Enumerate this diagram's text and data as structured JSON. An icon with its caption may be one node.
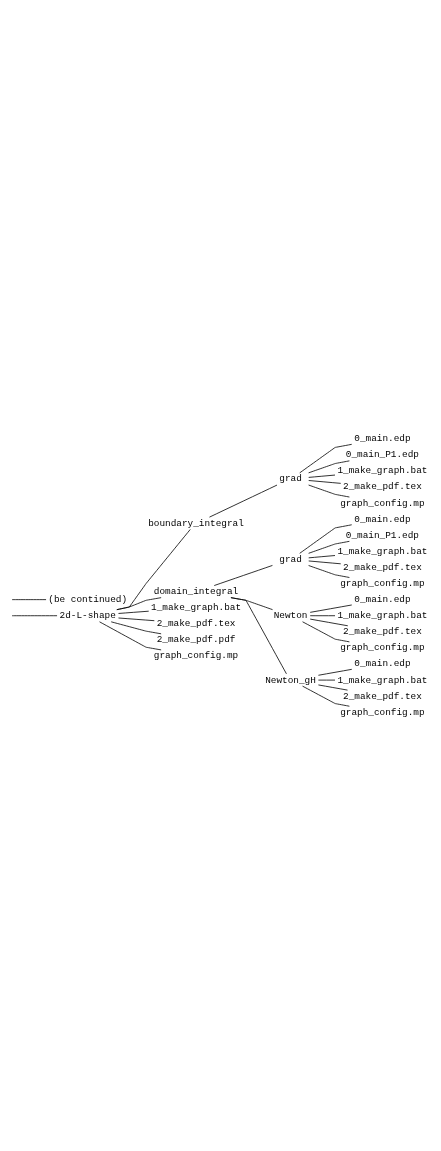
{
  "diagram": {
    "nodes": [
      {
        "text": [
          "2d-L-shape"
        ]
      },
      {
        "text": [
          "boundary_integral"
        ]
      },
      {
        "text": [
          "grad"
        ]
      },
      {
        "text": [
          "0_main.edp"
        ]
      },
      {
        "text": [
          "0_main_P1.edp"
        ]
      },
      {
        "text": [
          "1_make_graph.bat"
        ]
      },
      {
        "text": [
          "2_make_pdf.tex"
        ]
      },
      {
        "text": [
          "graph_config.mp"
        ]
      },
      {
        "text": [
          "domain_integral"
        ]
      },
      {
        "text": [
          "grad"
        ]
      },
      {
        "text": [
          "0_main.edp"
        ]
      },
      {
        "text": [
          "0_main_P1.edp"
        ]
      },
      {
        "text": [
          "1_make_graph.bat"
        ]
      },
      {
        "text": [
          "2_make_pdf.tex"
        ]
      },
      {
        "text": [
          "graph_config.mp"
        ]
      },
      {
        "text": [
          "Newton"
        ]
      },
      {
        "text": [
          "0_main.edp"
        ]
      },
      {
        "text": [
          "1_make_graph.bat"
        ]
      },
      {
        "text": [
          "2_make_pdf.tex"
        ]
      },
      {
        "text": [
          "graph_config.mp"
        ]
      },
      {
        "text": [
          "Newton_gH"
        ]
      },
      {
        "text": [
          "0_main.edp"
        ]
      },
      {
        "text": [
          "1_make_graph.bat"
        ]
      },
      {
        "text": [
          "2_make_pdf.tex"
        ]
      },
      {
        "text": [
          "graph_config.mp"
        ]
      },
      {
        "text": [
          "1_make_graph.bat"
        ]
      },
      {
        "text": [
          "2_make_pdf.tex"
        ]
      },
      {
        "text": [
          "2_make_pdf.pdf"
        ]
      },
      {
        "text": [
          "graph_config.mp"
        ]
      },
      {
        "text": [
          "(be continued)"
        ]
      }
    ],
    "edges": [
      {
        "from": null,
        "to": 0,
        "arrow": "none"
      },
      {
        "from": 0,
        "to": 1,
        "arrow": "none"
      },
      {
        "from": 1,
        "to": 2,
        "arrow": "none"
      },
      {
        "from": 2,
        "to": 3,
        "arrow": "none"
      },
      {
        "from": 2,
        "to": 4,
        "arrow": "none"
      },
      {
        "from": 2,
        "to": 5,
        "arrow": "none"
      },
      {
        "from": 2,
        "to": 6,
        "arrow": "none"
      },
      {
        "from": 2,
        "to": 7,
        "arrow": "none"
      },
      {
        "from": 0,
        "to": 8,
        "arrow": "none"
      },
      {
        "from": 8,
        "to": 9,
        "arrow": "none"
      },
      {
        "from": 9,
        "to": 10,
        "arrow": "none"
      },
      {
        "from": 9,
        "to": 11,
        "arrow": "none"
      },
      {
        "from": 9,
        "to": 12,
        "arrow": "none"
      },
      {
        "from": 9,
        "to": 13,
        "arrow": "none"
      },
      {
        "from": 9,
        "to": 14,
        "arrow": "none"
      },
      {
        "from": 8,
        "to": 15,
        "arrow": "none"
      },
      {
        "from": 15,
        "to": 16,
        "arrow": "none"
      },
      {
        "from": 15,
        "to": 17,
        "arrow": "none"
      },
      {
        "from": 15,
        "to": 18,
        "arrow": "none"
      },
      {
        "from": 15,
        "to": 19,
        "arrow": "none"
      },
      {
        "from": 8,
        "to": 20,
        "arrow": "none"
      },
      {
        "from": 20,
        "to": 21,
        "arrow": "none"
      },
      {
        "from": 20,
        "to": 22,
        "arrow": "none"
      },
      {
        "from": 20,
        "to": 23,
        "arrow": "none"
      },
      {
        "from": 20,
        "to": 24,
        "arrow": "none"
      },
      {
        "from": 0,
        "to": 25,
        "arrow": "none"
      },
      {
        "from": 0,
        "to": 26,
        "arrow": "none"
      },
      {
        "from": 0,
        "to": 27,
        "arrow": "none"
      },
      {
        "from": 0,
        "to": 28,
        "arrow": "none"
      },
      {
        "from": null,
        "to": 29,
        "arrow": "none"
      }
    ]
  }
}
